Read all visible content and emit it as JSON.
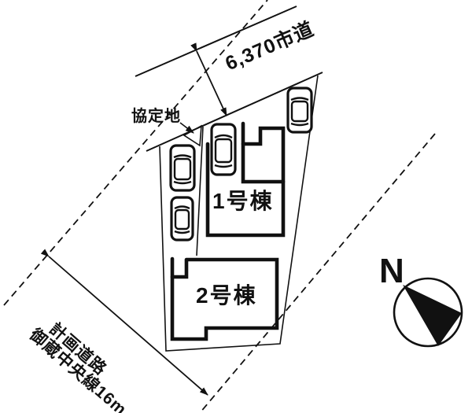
{
  "labels": {
    "road": "6,370市道",
    "agreement_area": "協定地",
    "building1": "1号棟",
    "building2": "2号棟",
    "planned_road_line1": "計画道路",
    "planned_road_line2": "御蔵中央線16m",
    "compass_north": "N"
  },
  "colors": {
    "line": "#111111",
    "background": "#ffffff"
  }
}
